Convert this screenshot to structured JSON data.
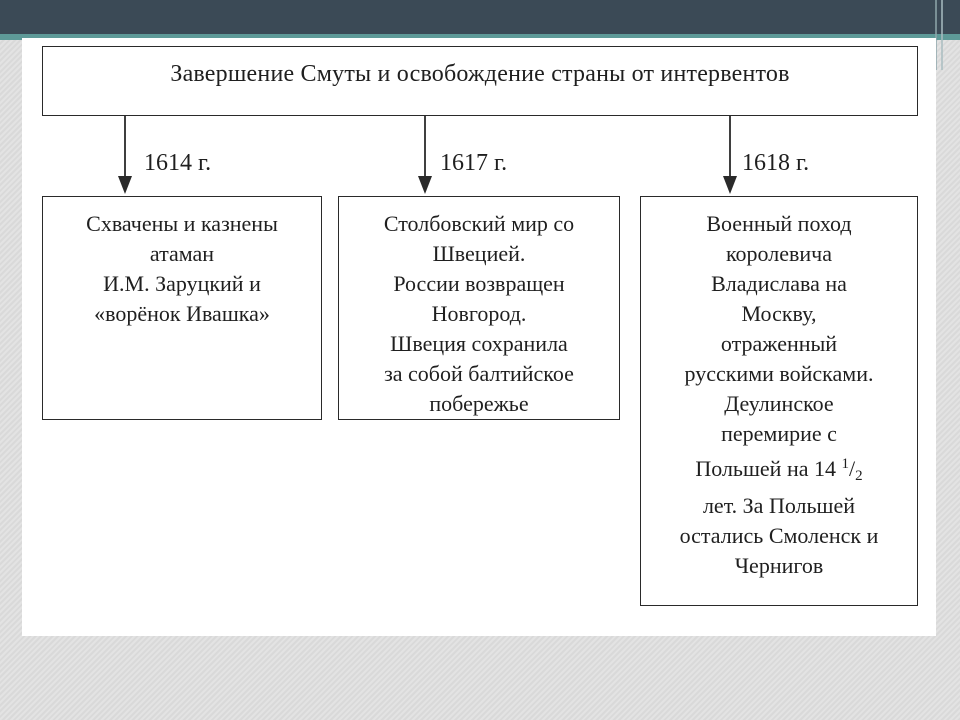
{
  "diagram": {
    "title": "Завершение Смуты и освобождение страны от интервентов",
    "branches": [
      {
        "year": "1614 г.",
        "lines": [
          "Схвачены и казнены",
          "атаман",
          "И.М. Заруцкий и",
          "«ворёнок Ивашка»"
        ]
      },
      {
        "year": "1617 г.",
        "lines": [
          "Столбовский мир со",
          "Швецией.",
          "России возвращен",
          "Новгород.",
          "Швеция сохранила",
          "за собой балтийское",
          "побережье"
        ]
      },
      {
        "year": "1618 г.",
        "lines": [
          "Военный поход",
          "королевича",
          "Владислава на",
          "Москву,",
          "отраженный",
          "русскими войсками.",
          "Деулинское",
          "перемирие с"
        ],
        "fraction_line": {
          "before": "Польшей на 14 ",
          "numerator": "1",
          "slash": "/",
          "denominator": "2"
        },
        "lines_after": [
          "лет. За Польшей",
          "остались Смоленск и",
          "Чернигов"
        ]
      }
    ]
  },
  "colors": {
    "top_bar": "#3b4a56",
    "accent_teal": "#5e9a98",
    "border": "#2a2a2a",
    "text": "#1f1f1f"
  }
}
